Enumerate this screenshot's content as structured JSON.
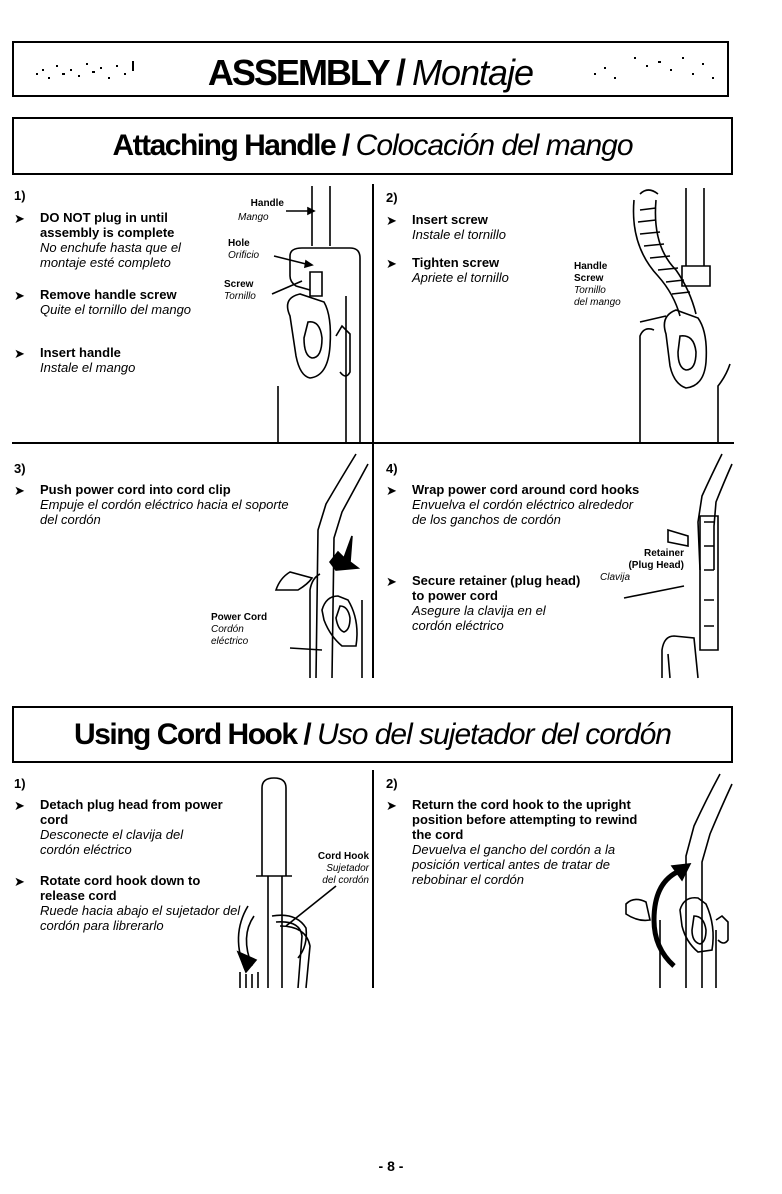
{
  "header": {
    "title_en": "ASSEMBLY",
    "separator": " / ",
    "title_es": "Montaje"
  },
  "section1": {
    "title_en": "Attaching Handle",
    "separator": " / ",
    "title_es": "Colocación del mango",
    "step1": {
      "num": "1)",
      "items": [
        {
          "en": "DO NOT plug in until assembly is complete",
          "es": "No enchufe hasta que el montaje esté completo"
        },
        {
          "en": "Remove handle screw",
          "es": "Quite el tornillo del mango"
        },
        {
          "en": "Insert handle",
          "es": "Instale el mango"
        }
      ],
      "labels": {
        "handle_en": "Handle",
        "handle_es": "Mango",
        "hole_en": "Hole",
        "hole_es": "Orificio",
        "screw_en": "Screw",
        "screw_es": "Tornillo"
      }
    },
    "step2": {
      "num": "2)",
      "items": [
        {
          "en": "Insert screw",
          "es": "Instale el tornillo"
        },
        {
          "en": "Tighten screw",
          "es": "Apriete el tornillo"
        }
      ],
      "labels": {
        "l1": "Handle",
        "l2": "Screw",
        "l3": "Tornillo",
        "l4": "del mango"
      }
    },
    "step3": {
      "num": "3)",
      "items": [
        {
          "en": "Push power cord into cord clip",
          "es": "Empuje el cordón eléctrico hacia el soporte del cordón"
        }
      ],
      "labels": {
        "en": "Power Cord",
        "es1": "Cordón",
        "es2": "eléctrico"
      }
    },
    "step4": {
      "num": "4)",
      "items": [
        {
          "en": "Wrap power cord around cord hooks",
          "es": "Envuelva el cordón eléctrico alrededor de los ganchos de cordón"
        },
        {
          "en": "Secure retainer (plug head) to power cord",
          "es": "Asegure la clavija en el cordón eléctrico"
        }
      ],
      "labels": {
        "en1": "Retainer",
        "en2": "(Plug Head)",
        "es": "Clavija"
      }
    }
  },
  "section2": {
    "title_en": "Using Cord Hook",
    "separator": " / ",
    "title_es": "Uso del sujetador del cordón",
    "step1": {
      "num": "1)",
      "items": [
        {
          "en": "Detach plug head from power cord",
          "es": "Desconecte el clavija del cordón eléctrico"
        },
        {
          "en": "Rotate cord hook down to release cord",
          "es": "Ruede hacia abajo el sujetador del cordón para librerarlo"
        }
      ],
      "labels": {
        "en": "Cord Hook",
        "es1": "Sujetador",
        "es2": "del cordón"
      }
    },
    "step2": {
      "num": "2)",
      "items": [
        {
          "en": "Return the cord hook to the upright position before attempting to rewind the cord",
          "es": "Devuelva el gancho del cordón a la posición vertical antes de tratar de rebobinar el cordón"
        }
      ]
    }
  },
  "footer": {
    "page": "- 8 -"
  }
}
